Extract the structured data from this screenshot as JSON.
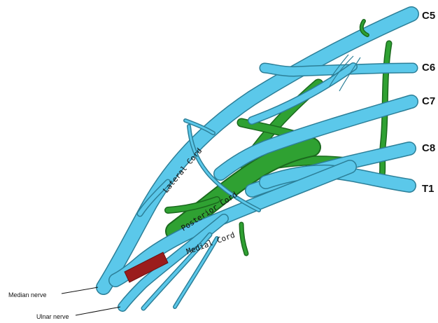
{
  "roots": {
    "c5": "C5",
    "c6": "C6",
    "c7": "C7",
    "c8": "C8",
    "t1": "T1"
  },
  "cords": {
    "lateral": "Lateral Cord",
    "posterior": "Posterior Cord",
    "medial": "Medial Cord"
  },
  "nerves": {
    "median": "Median nerve",
    "ulnar": "Ulnar nerve"
  },
  "colors": {
    "nerve_fill": "#5bc8ea",
    "nerve_stroke": "#2c7f98",
    "posterior_fill": "#2fa132",
    "posterior_stroke": "#1b6a1e",
    "median_segment": "#9b1c1c",
    "leader_line": "#111111"
  }
}
